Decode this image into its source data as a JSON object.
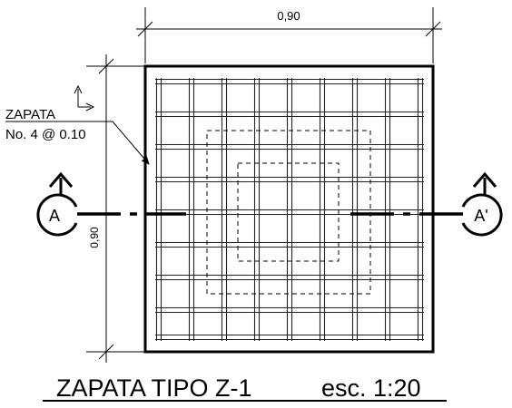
{
  "drawing": {
    "dim_horizontal": "0,90",
    "dim_vertical": "0,90",
    "footing_label": "ZAPATA",
    "rebar_spec": "No. 4 @ 0.10",
    "section_left": "A",
    "section_right": "A'",
    "title": "ZAPATA TIPO Z-1",
    "scale": "esc. 1:20"
  }
}
